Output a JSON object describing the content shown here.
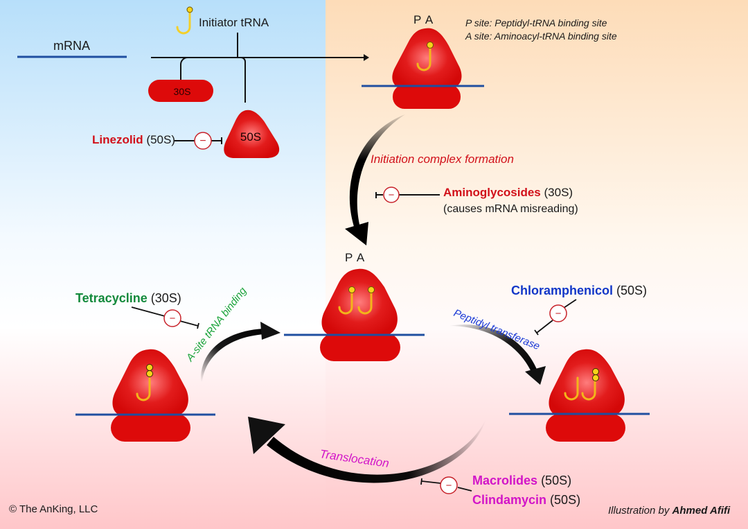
{
  "colors": {
    "ribosome": "#dd0a0a",
    "ribosome_highlight": "#ff6b6b",
    "mrna": "#1f4fa0",
    "trna": "#f3b51a",
    "amino_acid": "#f8d31a",
    "inhibitor_circle": "#c8232b",
    "linezolid": "#d1101a",
    "aminoglycosides": "#d1101a",
    "initiation_label": "#d1101a",
    "tetracycline": "#138a3c",
    "a_site_binding": "#1aa33a",
    "chloramphenicol": "#1237c8",
    "peptidyl_transferase": "#1a3ad6",
    "macrolides": "#d214c8",
    "translocation": "#d214c8",
    "bg_blue": "#b9e0fb",
    "bg_peach": "#fde0bd",
    "bg_pink": "#ffc9cc"
  },
  "labels": {
    "mrna": "mRNA",
    "initiator_trna": "Initiator tRNA",
    "subunit_30s": "30S",
    "subunit_50s": "50S",
    "pa_top": "P A",
    "pa_middle": "P A",
    "site_legend": [
      "P site: Peptidyl-tRNA binding site",
      "A site: Aminoacyl-tRNA binding site"
    ],
    "initiation_complex": "Initiation complex formation",
    "a_site_binding": "A-site tRNA binding",
    "peptidyl_transferase": "Peptidyl transferase",
    "translocation": "Translocation",
    "copyright": "© The AnKing, LLC",
    "credit_prefix": "Illustration by",
    "credit_author": "Ahmed Afifi"
  },
  "inhibitors": {
    "linezolid": {
      "name": "Linezolid",
      "target": "(50S)"
    },
    "aminoglycosides": {
      "name": "Aminoglycosides",
      "target": "(30S)",
      "note": "(causes mRNA misreading)"
    },
    "tetracycline": {
      "name": "Tetracycline",
      "target": "(30S)"
    },
    "chloramphenicol": {
      "name": "Chloramphenicol",
      "target": "(50S)"
    },
    "macrolides": {
      "name": "Macrolides",
      "target": "(50S)"
    },
    "clindamycin": {
      "name": "Clindamycin",
      "target": "(50S)"
    }
  },
  "inhibitor_symbol": "−"
}
